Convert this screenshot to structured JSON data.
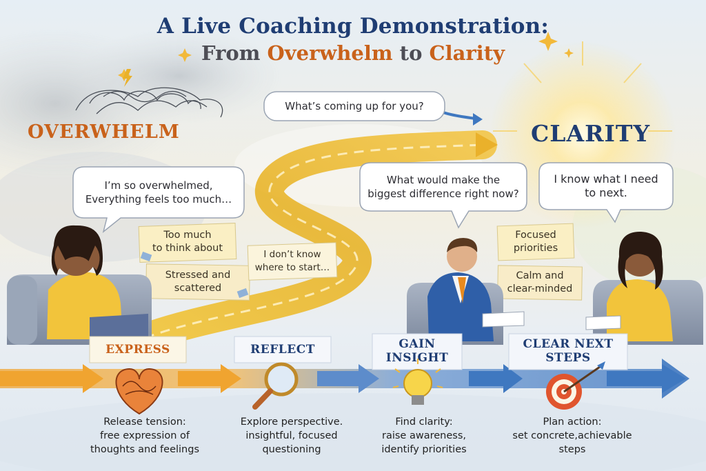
{
  "header": {
    "title": "A Live Coaching Demonstration:",
    "subtitle_prefix": "From ",
    "subtitle_word1": "Overwhelm",
    "subtitle_middle": " to ",
    "subtitle_word2": "Clarity"
  },
  "states": {
    "left": "OVERWHELM",
    "right": "CLARITY"
  },
  "bubbles": {
    "coach_question_top": "What’s coming up for you?",
    "client_left": "I’m so overwhelmed,\nEverything feels too much…",
    "coach_question_mid": "What would make the\nbiggest difference right now?",
    "client_right": "I know what I need\nto next."
  },
  "notes": {
    "too_much": "Too much\nto think about",
    "stressed": "Stressed and\nscattered",
    "dont_know": "I don’t know\nwhere to start…",
    "focused": "Focused\npriorities",
    "calm": "Calm and\nclear-minded"
  },
  "steps": [
    {
      "heading": "EXPRESS",
      "icon": "heart-icon",
      "description": "Release tension:\nfree expression of\nthoughts and feelings"
    },
    {
      "heading": "REFLECT",
      "icon": "magnifier-icon",
      "description": "Explore perspective.\ninsightful, focused\nquestioning"
    },
    {
      "heading": "GAIN\nINSIGHT",
      "icon": "lightbulb-icon",
      "description": "Find clarity:\nraise awareness,\nidentify priorities"
    },
    {
      "heading": "CLEAR NEXT\nSTEPS",
      "icon": "target-icon",
      "description": "Plan action:\nset concrete,achievable\nsteps"
    }
  ],
  "colors": {
    "title_blue": "#1f3d73",
    "accent_orange": "#c9621b",
    "path_gold": "#e8b52e",
    "arrow_blue": "#3f78c0"
  }
}
